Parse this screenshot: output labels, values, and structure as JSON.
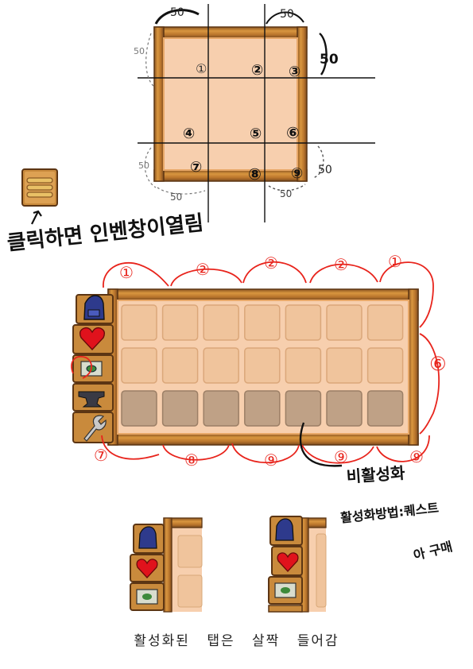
{
  "grid_diagram": {
    "cell_numbers": [
      "①",
      "②",
      "③",
      "④",
      "⑤",
      "⑥",
      "⑦",
      "⑧",
      "⑨"
    ],
    "margin_labels": [
      "50",
      "50",
      "50",
      "50",
      "50",
      "50",
      "50"
    ]
  },
  "menu_note": {
    "text": "클릭하면 인벤창이열림"
  },
  "inventory": {
    "tabs": [
      {
        "icon": "backpack-icon"
      },
      {
        "icon": "heart-icon"
      },
      {
        "icon": "quest-scroll-icon"
      },
      {
        "icon": "anvil-icon"
      },
      {
        "icon": "wrench-icon"
      }
    ],
    "top_section_numbers": [
      "①",
      "②",
      "②",
      "②",
      "①"
    ],
    "bottom_section_numbers": [
      "⑦",
      "⑧",
      "⑨",
      "⑨",
      "⑨"
    ],
    "side_number": "⑥",
    "inactive_note": [
      "비활성화",
      "활성화방법:퀘스트",
      "아 구매"
    ]
  },
  "caption": "활성화된 탭은 살짝 들어감",
  "colors": {
    "frame": "#c98a3c",
    "frame_dark": "#7a4a1e",
    "panel": "#f7cfae",
    "slot_active": "#f0c49c",
    "slot_inactive": "#bfa186",
    "annotation_red": "#e8241c"
  }
}
